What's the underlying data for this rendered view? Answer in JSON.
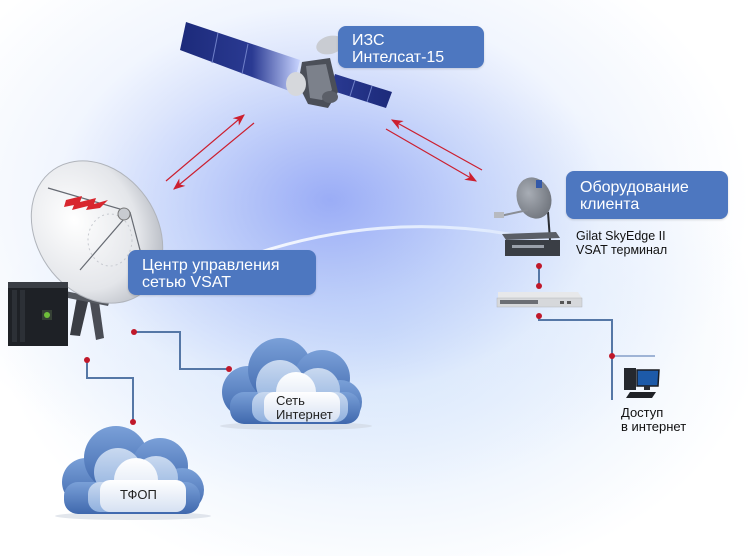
{
  "title": "VSAT network diagram",
  "colors": {
    "label_bg": "#4d77c0",
    "label_text": "#ffffff",
    "signal_arrow": "#cc1f2f",
    "connector_line": "#5577a6",
    "connector_dot": "#c0182a",
    "cloud_dark": "#5b84c3",
    "cloud_light": "#dce6f5"
  },
  "nodes": {
    "satellite": {
      "label_lines": [
        "ИЗС",
        "Интелсат-15"
      ],
      "icon": "satellite-icon"
    },
    "hub": {
      "label_lines": [
        "Центр управления",
        "сетью VSAT"
      ],
      "icon": "satellite-dish-icon",
      "server_icon": "server-rack-icon"
    },
    "client": {
      "label_lines": [
        "Оборудование",
        "клиента"
      ],
      "icon": "small-dish-icon"
    },
    "terminal": {
      "caption_lines": [
        "Gilat SkyEdge II",
        "VSAT терминал"
      ],
      "icon": "vsat-modem-icon"
    },
    "switch": {
      "icon": "network-switch-icon"
    },
    "computer": {
      "caption_lines": [
        "Доступ",
        "в интернет"
      ],
      "icon": "desktop-computer-icon"
    },
    "internet_cloud": {
      "label_lines": [
        "Сеть",
        "Интернет"
      ],
      "icon": "cloud-icon"
    },
    "pstn_cloud": {
      "label_lines": [
        "ТФОП"
      ],
      "icon": "cloud-icon"
    }
  },
  "links": [
    {
      "from": "hub",
      "to": "satellite",
      "type": "radio",
      "bidirectional": true
    },
    {
      "from": "satellite",
      "to": "client",
      "type": "radio",
      "bidirectional": true
    },
    {
      "from": "terminal",
      "to": "switch",
      "type": "wired"
    },
    {
      "from": "switch",
      "to": "computer",
      "type": "wired"
    },
    {
      "from": "hub",
      "to": "internet_cloud",
      "type": "wired"
    },
    {
      "from": "hub",
      "to": "pstn_cloud",
      "type": "wired"
    }
  ]
}
